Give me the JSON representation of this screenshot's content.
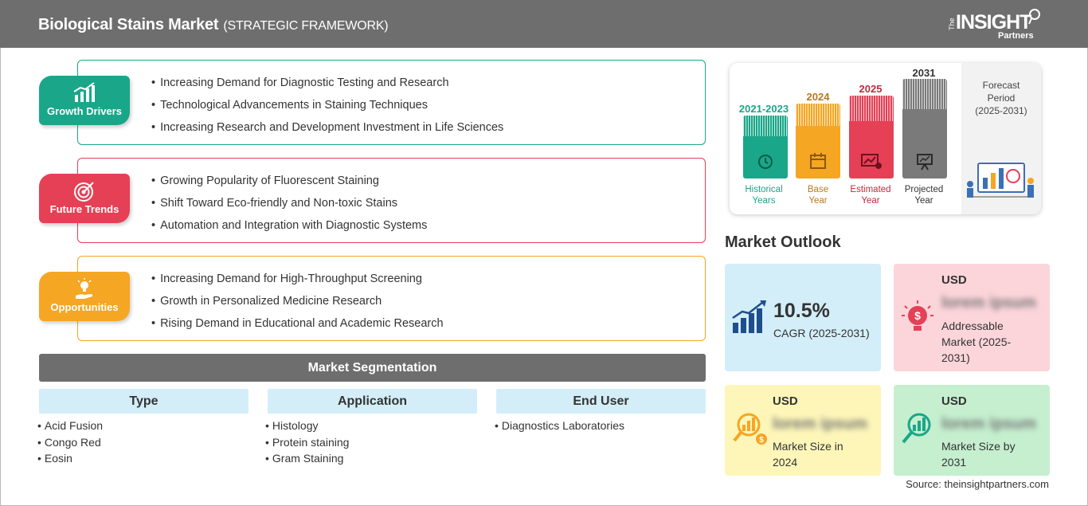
{
  "header": {
    "title": "Biological Stains Market",
    "subtitle": "(STRATEGIC FRAMEWORK)",
    "logo_the": "The",
    "logo_insight": "INSIGHT",
    "logo_partners": "Partners"
  },
  "colors": {
    "header": "#6e6e6e",
    "growth": "#1aa689",
    "trends": "#e54055",
    "opportunities": "#f5a623",
    "segment_head": "#d3eef8",
    "cagr_tile": "#d3eef8",
    "addressable_tile": "#fbd5da",
    "size_2024_tile": "#fdf6b8",
    "size_2031_tile": "#c5efcf"
  },
  "framework": [
    {
      "label": "Growth Drivers",
      "icon": "growth-chart-icon",
      "items": [
        "Increasing Demand for Diagnostic Testing and Research",
        "Technological Advancements in Staining Techniques",
        "Increasing Research and Development Investment in Life Sciences"
      ]
    },
    {
      "label": "Future Trends",
      "icon": "target-icon",
      "items": [
        "Growing Popularity of Fluorescent Staining",
        "Shift Toward Eco-friendly and Non-toxic Stains",
        "Automation and Integration with Diagnostic Systems"
      ]
    },
    {
      "label": "Opportunities",
      "icon": "lightbulb-hand-icon",
      "items": [
        "Increasing Demand for High-Throughput Screening",
        "Growth in Personalized Medicine Research",
        "Rising Demand in Educational and Academic Research"
      ]
    }
  ],
  "segmentation": {
    "title": "Market Segmentation",
    "columns": [
      {
        "head": "Type",
        "items": [
          "Acid Fusion",
          "Congo Red",
          "Eosin"
        ]
      },
      {
        "head": "Application",
        "items": [
          "Histology",
          "Protein staining",
          "Gram Staining"
        ]
      },
      {
        "head": "End User",
        "items": [
          "Diagnostics Laboratories"
        ]
      }
    ]
  },
  "timeline": {
    "columns": [
      {
        "year": "2021-2023",
        "caption_1": "Historical",
        "caption_2": "Years",
        "color": "#1aa689",
        "icon": "history-icon"
      },
      {
        "year": "2024",
        "caption_1": "Base",
        "caption_2": "Year",
        "color": "#f5a623",
        "icon": "calendar-icon"
      },
      {
        "year": "2025",
        "caption_1": "Estimated",
        "caption_2": "Year",
        "color": "#e54055",
        "icon": "gear-chart-icon"
      },
      {
        "year": "2031",
        "caption_1": "Projected",
        "caption_2": "Year",
        "color": "#7a7a7a",
        "icon": "presentation-icon"
      }
    ],
    "forecast_label": "Forecast Period",
    "forecast_range": "(2025-2031)"
  },
  "outlook": {
    "title": "Market Outlook",
    "cagr_value": "10.5%",
    "cagr_label": "CAGR (2025-2031)",
    "addressable_usd": "USD",
    "addressable_value": "lorem ipsum",
    "addressable_label": "Addressable Market (2025-2031)",
    "size_2024_usd": "USD",
    "size_2024_value": "lorem ipsum",
    "size_2024_label": "Market Size in 2024",
    "size_2031_usd": "USD",
    "size_2031_value": "lorem ipsum",
    "size_2031_label": "Market Size by 2031"
  },
  "source": "Source: theinsightpartners.com"
}
